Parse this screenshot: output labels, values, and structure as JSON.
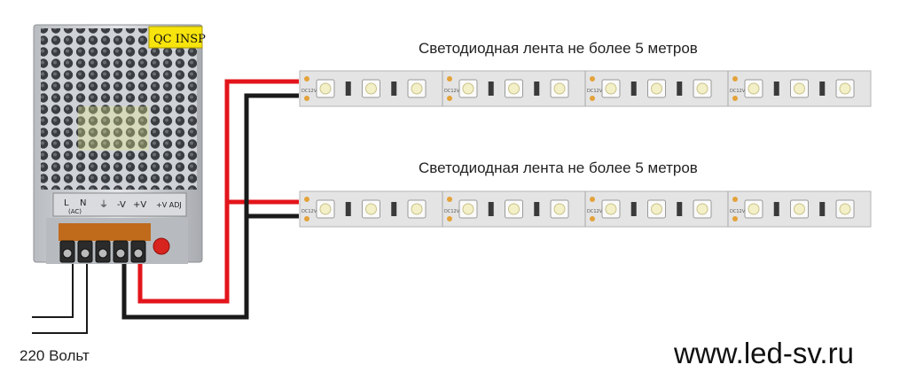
{
  "strip_titles": [
    "Светодиодная лента не более 5 метров",
    "Светодиодная лента не более 5 метров"
  ],
  "mains_label": "220 Вольт",
  "website": "www.led-sv.ru",
  "psu": {
    "sticker": "QC INSP",
    "terminals": [
      "L",
      "N",
      "⏚",
      "-V",
      "+V"
    ],
    "ac_label": "(AC)",
    "adj_label": "+V ADJ"
  },
  "strip": {
    "voltage_marking": "DC12V",
    "segments_per_strip": 4
  },
  "colors": {
    "positive_wire": "#e3141b",
    "negative_wire": "#1a1a1a",
    "strip_pcb": "#e4e4e4",
    "led_chip": "#f3f0c8"
  }
}
